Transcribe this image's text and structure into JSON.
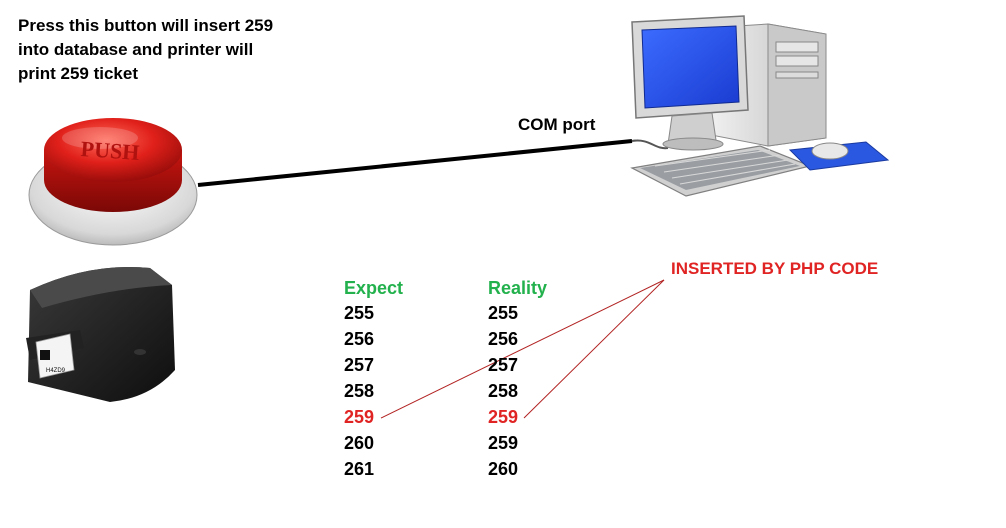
{
  "caption": "Press this button will insert 259\ninto database and printer will\nprint 259 ticket",
  "button_text": "PUSH",
  "connection_label": "COM port",
  "note": "INSERTED BY PHP CODE",
  "printer_ticket_text": "H4ZD9",
  "columns": {
    "expect": {
      "header": "Expect",
      "values": [
        "255",
        "256",
        "257",
        "258",
        "259",
        "260",
        "261"
      ]
    },
    "reality": {
      "header": "Reality",
      "values": [
        "255",
        "256",
        "257",
        "258",
        "259",
        "259",
        "260"
      ]
    }
  },
  "highlight_row": 4,
  "colors": {
    "header": "#22b14c",
    "highlight": "#e02424",
    "text": "#000000"
  }
}
